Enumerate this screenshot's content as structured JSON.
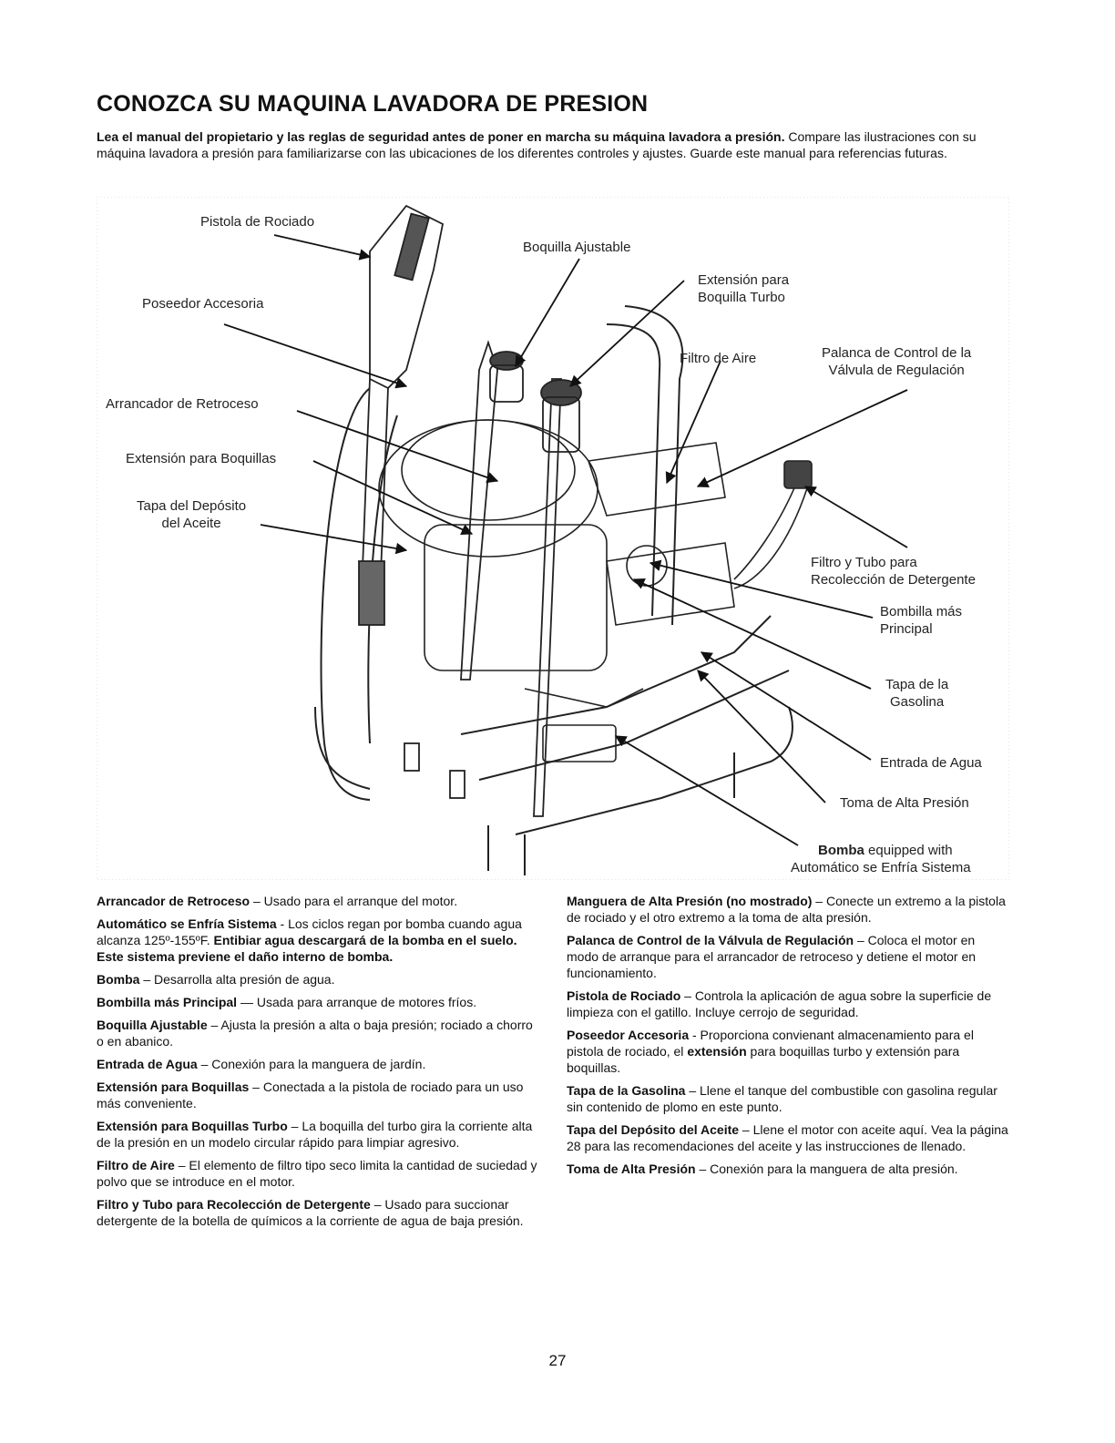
{
  "title": "CONOZCA SU MAQUINA LAVADORA DE PRESION",
  "intro": {
    "bold": "Lea el manual del propietario y las reglas de seguridad antes de poner en marcha su máquina lavadora a presión.",
    "text": "Compare las ilustraciones con su máquina lavadora a presión para familiarizarse con las ubicaciones de los diferentes controles y ajustes. Guarde este manual para referencias futuras."
  },
  "callouts": {
    "pistola": "Pistola de Rociado",
    "boquilla_ajustable": "Boquilla Ajustable",
    "extension_turbo_1": "Extensión para",
    "extension_turbo_2": "Boquilla Turbo",
    "poseedor": "Poseedor Accesoria",
    "filtro_aire": "Filtro de Aire",
    "palanca_1": "Palanca de Control de la",
    "palanca_2": "Válvula de Regulación",
    "arrancador": "Arrancador de Retroceso",
    "extension_boquillas": "Extensión para Boquillas",
    "tapa_aceite_1": "Tapa del Depósito",
    "tapa_aceite_2": "del Aceite",
    "filtro_tubo_1": "Filtro y Tubo para",
    "filtro_tubo_2": "Recolección de Detergente",
    "bombilla_1": "Bombilla más",
    "bombilla_2": "Principal",
    "tapa_gasolina_1": "Tapa de la",
    "tapa_gasolina_2": "Gasolina",
    "entrada_agua": "Entrada de Agua",
    "toma_alta": "Toma de Alta Presión",
    "bomba_bold": "Bomba",
    "bomba_rest": " equipped with",
    "bomba_2": "Automático se Enfría Sistema"
  },
  "definitions_left": [
    {
      "term": "Arrancador de Retroceso",
      "text": " – Usado para el arranque del motor."
    },
    {
      "term": "Automático se Enfría Sistema",
      "text": " - Los ciclos regan por bomba cuando agua alcanza 125º-155ºF. ",
      "bold_tail": "Entibiar agua descargará de la bomba en el suelo. Este sistema previene el daño interno de bomba."
    },
    {
      "term": "Bomba",
      "text": " – Desarrolla alta presión de agua."
    },
    {
      "term": "Bombilla más Principal",
      "text": " — Usada para arranque de motores fríos."
    },
    {
      "term": "Boquilla Ajustable",
      "text": " – Ajusta la presión a alta o baja presión; rociado a chorro o en abanico."
    },
    {
      "term": "Entrada de Agua",
      "text": " – Conexión para la manguera de jardín."
    },
    {
      "term": "Extensión para Boquillas",
      "text": " – Conectada a la pistola de rociado para un uso más conveniente."
    },
    {
      "term": "Extensión para Boquillas Turbo",
      "text": " – La boquilla del turbo gira la corriente alta de la presión en un modelo circular rápido para limpiar agresivo."
    },
    {
      "term": "Filtro de Aire",
      "text": " – El elemento de filtro tipo seco limita la cantidad de suciedad y polvo que se introduce en el motor."
    },
    {
      "term": "Filtro y Tubo para Recolección de Detergente",
      "text": " – Usado para succionar detergente de la botella de químicos a la corriente de agua de baja presión."
    }
  ],
  "definitions_right": [
    {
      "term": "Manguera de Alta Presión (no mostrado)",
      "text": " – Conecte un extremo a la pistola de rociado y el otro extremo a la toma de alta presión."
    },
    {
      "term": "Palanca de Control de la Válvula de Regulación",
      "text": " – Coloca el motor en modo de arranque para el arrancador de retroceso y detiene el motor en funcionamiento."
    },
    {
      "term": "Pistola de Rociado",
      "text": " – Controla la aplicación de agua sobre la superficie de limpieza con el gatillo. Incluye cerrojo de seguridad."
    },
    {
      "term": "Poseedor Accesoria",
      "text": " - Proporciona convienant almacenamiento para el pistola de rociado, el ",
      "bold_tail": "extensión",
      "tail": " para boquillas turbo y extensión para boquillas."
    },
    {
      "term": "Tapa de la Gasolina",
      "text": " – Llene el tanque del combustible con gasolina regular sin contenido de plomo en este punto."
    },
    {
      "term": "Tapa del Depósito del Aceite",
      "text": " – Llene el motor con aceite aquí. Vea la página 28 para las recomendaciones del aceite y las instrucciones de llenado."
    },
    {
      "term": "Toma de Alta Presión",
      "text": " – Conexión para la manguera de alta presión."
    }
  ],
  "page_number": "27"
}
